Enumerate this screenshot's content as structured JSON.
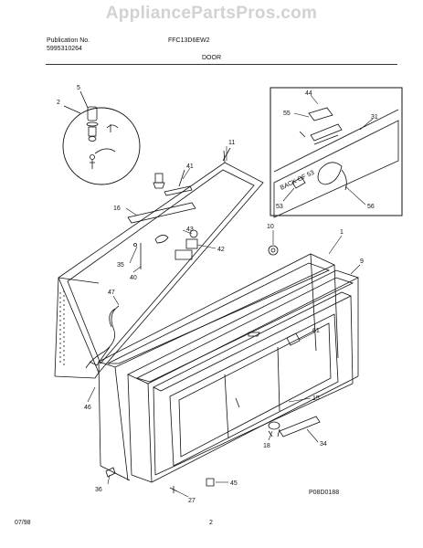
{
  "watermark": "AppliancePartsPros.com",
  "header": {
    "publication_label": "Publication No.",
    "publication_number": "5995310264",
    "model": "FFC13D6EW2",
    "section": "DOOR"
  },
  "figure_id": "P08D0188",
  "footer": {
    "date": "07/98",
    "page": "2"
  },
  "callouts": {
    "c1": "1",
    "c2": "2",
    "c5": "5",
    "c9": "9",
    "c10": "10",
    "c11": "11",
    "c15": "15",
    "c16": "16",
    "c18": "18",
    "c27": "27",
    "c31": "31",
    "c34": "34",
    "c35": "35",
    "c36": "36",
    "c40": "40",
    "c41": "41",
    "c42": "42",
    "c43": "43",
    "c44": "44",
    "c45": "45",
    "c46": "46",
    "c47": "47",
    "c53": "53",
    "c55": "55",
    "c56": "56",
    "c61": "61"
  },
  "inset_label": "BACK OF 53"
}
